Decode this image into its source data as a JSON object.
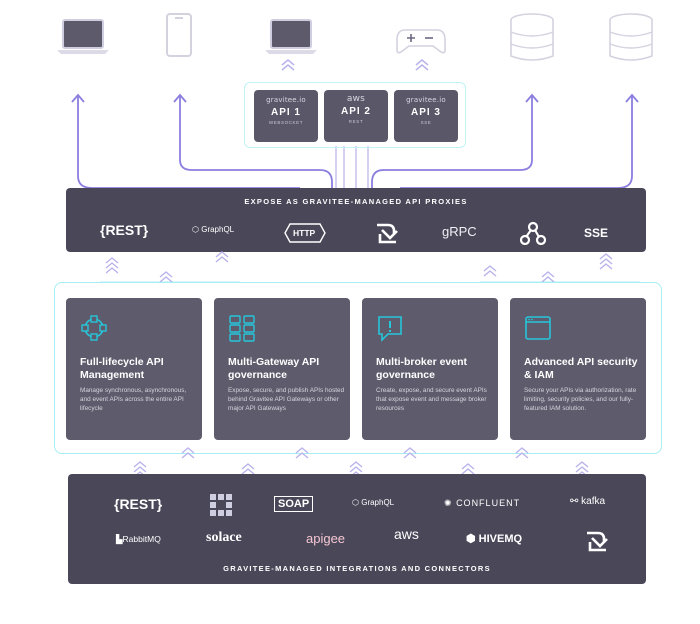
{
  "devices": [
    "laptop-icon",
    "phone-icon",
    "laptop-icon",
    "gamepad-icon",
    "database-icon",
    "database-icon"
  ],
  "apis": [
    {
      "brand": "gravitee.io",
      "name": "API 1",
      "protocol": "WEBSOCKET"
    },
    {
      "brand": "aws",
      "name": "API 2",
      "protocol": "REST"
    },
    {
      "brand": "gravitee.io",
      "name": "API 3",
      "protocol": "SSE"
    }
  ],
  "proxies": {
    "title": "EXPOSE AS GRAVITEE-MANAGED API PROXIES",
    "items": [
      "{REST}",
      "GraphQL",
      "HTTP",
      "gravitee-icon",
      "gRPC",
      "webhook-icon",
      "SSE"
    ]
  },
  "features": [
    {
      "title": "Full-lifecycle API Management",
      "desc": "Manage synchronous, asynchronous, and event APIs across the entire API lifecycle",
      "icon": "lifecycle-icon"
    },
    {
      "title": "Multi-Gateway API governance",
      "desc": "Expose, secure, and publish APIs hosted behind Gravitee API Gateways or other major API Gateways",
      "icon": "grid-icon"
    },
    {
      "title": "Multi-broker event governance",
      "desc": "Create, expose, and secure event APIs that expose event and message broker resources",
      "icon": "alert-message-icon"
    },
    {
      "title": "Advanced API security & IAM",
      "desc": "Secure your APIs via authorization, rate limiting, security policies, and our fully-featured IAM solution.",
      "icon": "browser-window-icon"
    }
  ],
  "integrations": {
    "title": "GRAVITEE-MANAGED INTEGRATIONS AND CONNECTORS",
    "row1": [
      "{REST}",
      "grid-logo-icon",
      "SOAP",
      "GraphQL",
      "CONFLUENT",
      "kafka"
    ],
    "row2": [
      "RabbitMQ",
      "solace",
      "apigee",
      "aws",
      "HIVEMQ",
      "gravitee-icon"
    ]
  },
  "colors": {
    "bar": "#4a4758",
    "card": "#5e5b6c",
    "accent": "#26c6da",
    "arrow": "#7b68d9"
  }
}
